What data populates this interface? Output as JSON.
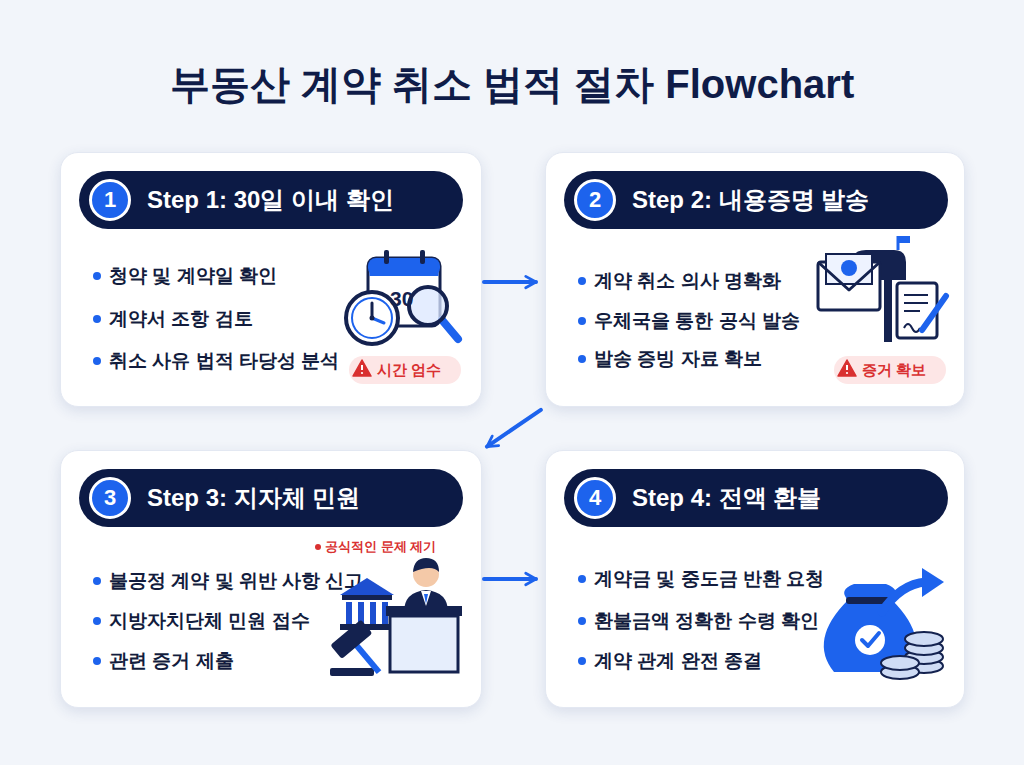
{
  "diagram": {
    "title": "부동산 계약 취소 법적 절차 Flowchart",
    "nodes": [
      {
        "text": [
          "청약 및 계약일 확인",
          "계약서 조항 검토",
          "취소 사유 법적 타당성 분석"
        ]
      },
      {
        "text": [
          "Step 1: 30일 이내 확인"
        ],
        "in": 0
      },
      {
        "text": [
          "1"
        ],
        "in": 1
      },
      {
        "text": [
          "시간 엄수"
        ],
        "in": 0
      },
      {
        "text": [
          "계약 취소 의사 명확화",
          "우체국을 통한 공식 발송",
          "발송 증빙 자료 확보"
        ]
      },
      {
        "text": [
          "Step 2: 내용증명 발송"
        ],
        "in": 4
      },
      {
        "text": [
          "2"
        ],
        "in": 5
      },
      {
        "text": [
          "증거 확보"
        ],
        "in": 4
      },
      {
        "text": [
          "공식적인 문제 제기",
          "불공정 계약 및 위반 사항 신고",
          "지방자치단체 민원 접수",
          "관련 증거 제출"
        ]
      },
      {
        "text": [
          "Step 3: 지자체 민원"
        ],
        "in": 8
      },
      {
        "text": [
          "3"
        ],
        "in": 9
      },
      {
        "text": [
          "계약금 및 중도금 반환 요청",
          "환불금액 정확한 수령 확인",
          "계약 관계 완전 종결"
        ]
      },
      {
        "text": [
          "Step 4: 전액 환불"
        ],
        "in": 11
      },
      {
        "text": [
          "4"
        ],
        "in": 12
      }
    ],
    "edges": [
      {
        "from": 0,
        "to": 4,
        "arrow": "to"
      },
      {
        "from": 4,
        "to": 8,
        "arrow": "to"
      },
      {
        "from": 8,
        "to": 11,
        "arrow": "to"
      }
    ],
    "labels": [
      "30"
    ]
  }
}
